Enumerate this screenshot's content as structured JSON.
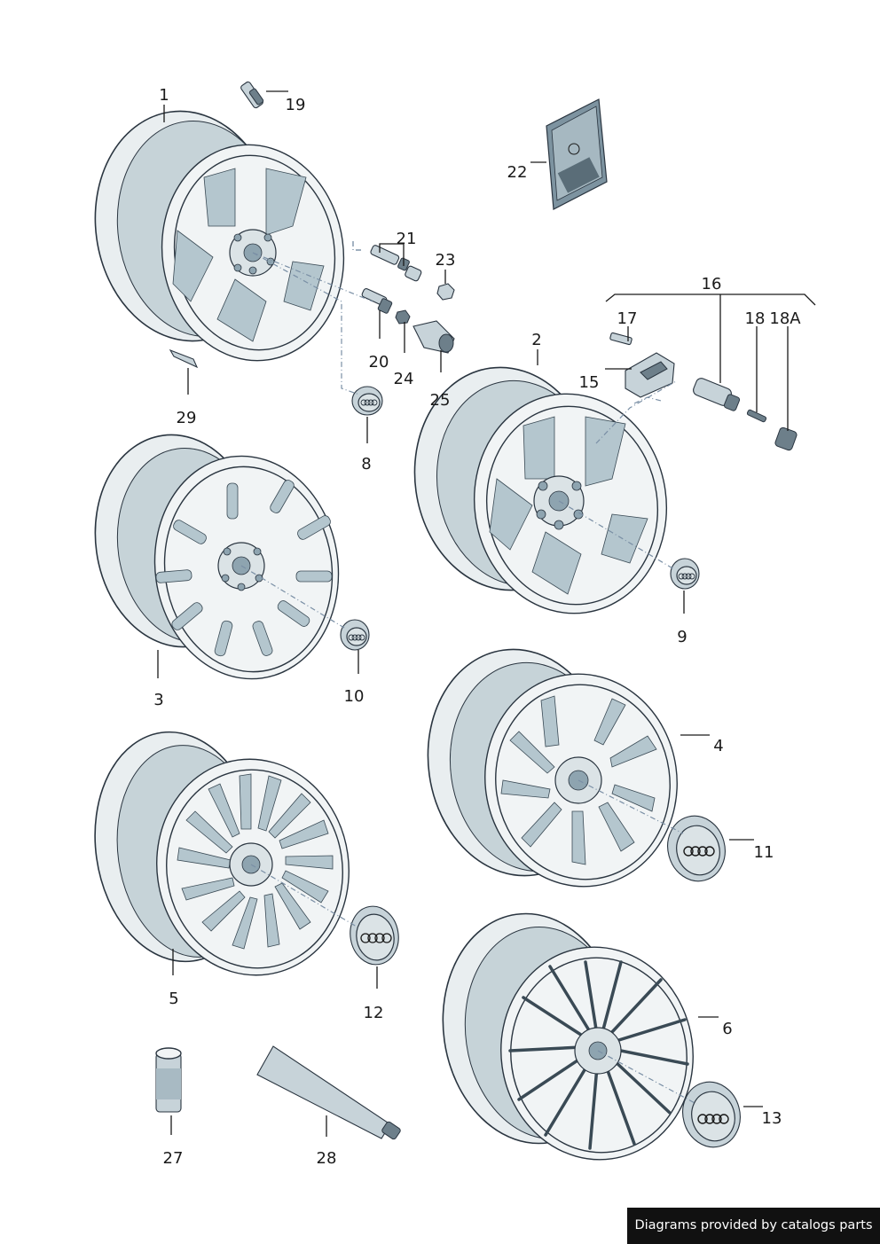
{
  "callouts": {
    "c1": "1",
    "c2": "2",
    "c3": "3",
    "c4": "4",
    "c5": "5",
    "c6": "6",
    "c8": "8",
    "c9": "9",
    "c10": "10",
    "c11": "11",
    "c12": "12",
    "c13": "13",
    "c15": "15",
    "c16": "16",
    "c17": "17",
    "c18": "18",
    "c18a": "18A",
    "c19": "19",
    "c20": "20",
    "c21": "21",
    "c22": "22",
    "c23": "23",
    "c24": "24",
    "c25": "25",
    "c27": "27",
    "c28": "28",
    "c29": "29"
  },
  "footer": {
    "text": "Diagrams provided by catalogs parts"
  },
  "colors": {
    "outline": "#2a3540",
    "rim_light": "#e9eef0",
    "rim_shade": "#b4c6ce",
    "footer_bg": "#111111"
  }
}
